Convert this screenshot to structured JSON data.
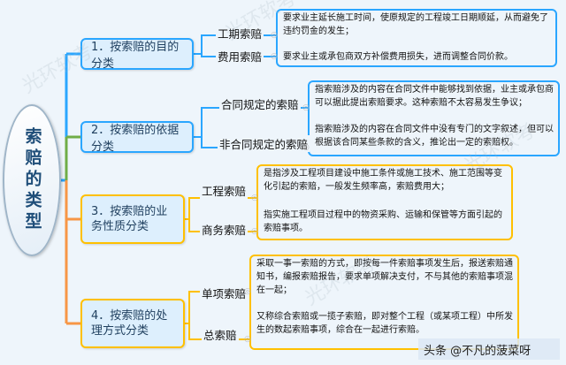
{
  "root": {
    "label": "索赔的类型"
  },
  "categories": [
    {
      "label": "1．按索赔的目的分类",
      "items": [
        {
          "name": "工期索赔",
          "desc": "要求业主延长施工时间，使原规定的工程竣工日期顺延，从而避免了违约罚金的发生；"
        },
        {
          "name": "费用索赔",
          "desc": "要求业主或承包商双方补偿费用损失，进而调整合同价款。"
        }
      ]
    },
    {
      "label": "2．按索赔的依据分类",
      "items": [
        {
          "name": "合同规定的索赔",
          "desc": "指索赔涉及的内容在合同文件中能够找到依据，业主或承包商可以据此提出索赔要求。这种索赔不太容易发生争议；"
        },
        {
          "name": "非合同规定的索赔",
          "desc": "指索赔涉及的内容在合同文件中没有专门的文字叙述，但可以根据该合同某些条款的含义，推论出一定的索赔权。"
        }
      ]
    },
    {
      "label": "3．按索赔的业务性质分类",
      "items": [
        {
          "name": "工程索赔",
          "desc": "是指涉及工程项目建设中施工条件或施工技术、施工范围等变化引起的索赔，一般发生频率高，索赔费用大；"
        },
        {
          "name": "商务索赔",
          "desc": "指实施工程项目过程中的物资采购、运输和保管等方面引起的索赔事项。"
        }
      ]
    },
    {
      "label": "4．按索赔的处理方式分类",
      "items": [
        {
          "name": "单项索赔",
          "desc": "采取一事一索赔的方式，即按每一件索赔事项发生后，报送索赔通知书，编报索赔报告，要求单项解决支付，不与其他的索赔事项混在一起；"
        },
        {
          "name": "总索赔",
          "desc": "又称综合索赔或一揽子索赔，即对整个工程（或某项工程）中所发生的数起索赔事项，综合在一起进行索赔。"
        }
      ]
    }
  ],
  "footer": {
    "text": "头条 @不凡的菠菜呀"
  },
  "watermark": {
    "text": "光环软考"
  }
}
